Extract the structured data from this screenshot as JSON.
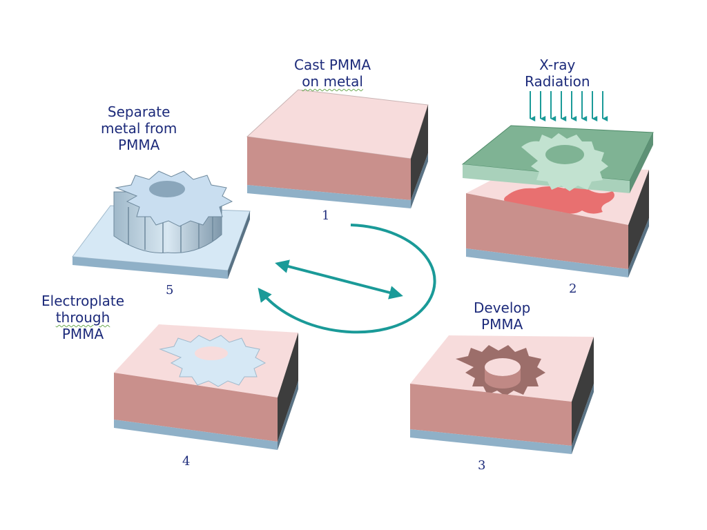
{
  "steps": [
    {
      "number": "1",
      "caption": [
        "Cast PMMA",
        "on metal"
      ]
    },
    {
      "number": "2",
      "caption": [
        "X-ray",
        "Radiation"
      ]
    },
    {
      "number": "3",
      "caption": [
        "Develop",
        "PMMA"
      ]
    },
    {
      "number": "4",
      "caption": [
        "Electroplate",
        "through",
        "PMMA"
      ]
    },
    {
      "number": "5",
      "caption": [
        "Separate",
        "metal from",
        "PMMA"
      ]
    }
  ],
  "colors": {
    "text": "#1c2a7a",
    "pmma_top": "#f7dcdc",
    "pmma_front": "#c9908c",
    "pmma_side": "#3d3d3d",
    "metal": "#8fb0c7",
    "mask": "#7fb394",
    "exposed": "#e87070",
    "gear_metal": "#b8d3e8",
    "arrow": "#1a9a98"
  }
}
